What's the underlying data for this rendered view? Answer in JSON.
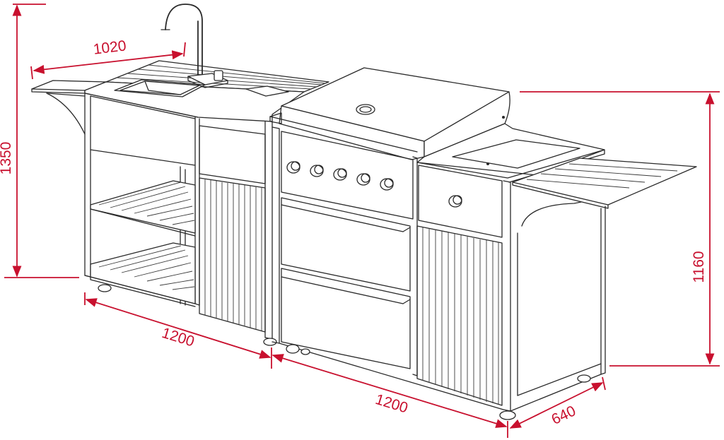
{
  "colors": {
    "dimension": "#c8102e",
    "line": "#2a2a2a",
    "background": "#ffffff"
  },
  "dimensions": {
    "total_height": "1350",
    "sink_counter_width": "1020",
    "left_module_width": "1200",
    "right_module_width": "1200",
    "depth": "640",
    "grill_height": "1160"
  },
  "grill": {
    "knob_count": 5
  }
}
